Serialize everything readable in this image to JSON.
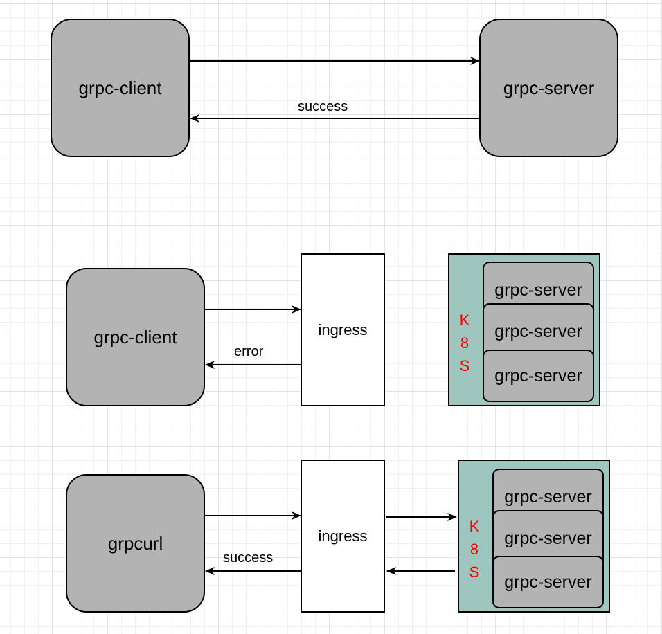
{
  "diagram1": {
    "client": "grpc-client",
    "server": "grpc-server",
    "return_label": "success"
  },
  "diagram2": {
    "client": "grpc-client",
    "ingress": "ingress",
    "return_label": "error",
    "k8s_letters": [
      "K",
      "8",
      "S"
    ],
    "pods": [
      "grpc-server",
      "grpc-server",
      "grpc-server"
    ]
  },
  "diagram3": {
    "client": "grpcurl",
    "ingress": "ingress",
    "return_label": "success",
    "k8s_letters": [
      "K",
      "8",
      "S"
    ],
    "pods": [
      "grpc-server",
      "grpc-server",
      "grpc-server"
    ]
  },
  "colors": {
    "node_fill": "#b3b3b3",
    "k8s_fill": "#9fc5bf",
    "k8s_label": "#ff0000"
  }
}
